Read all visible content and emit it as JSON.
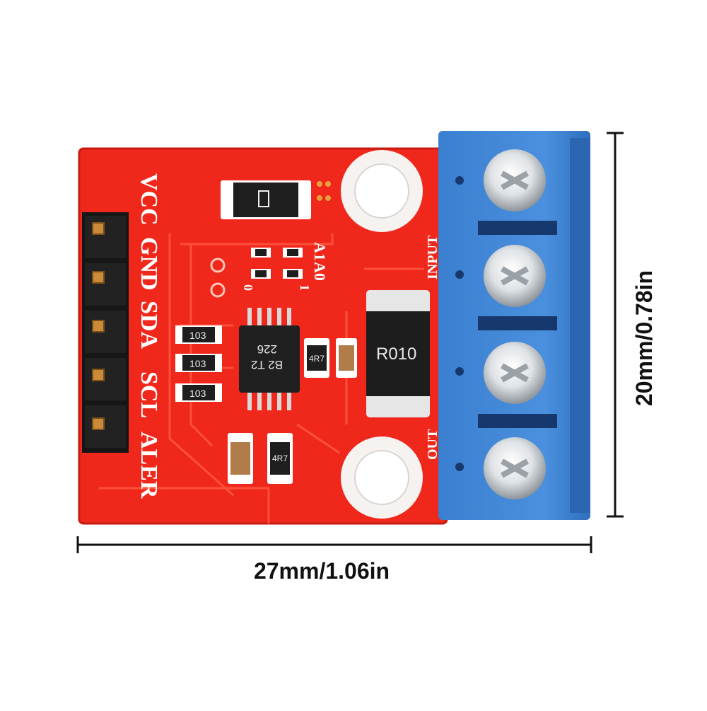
{
  "product_photo": {
    "board": {
      "pin_labels": [
        "VCC",
        "GND",
        "SDA",
        "SCL",
        "ALER"
      ],
      "address_labels": [
        "A1",
        "A0"
      ],
      "jumper_labels": [
        "0",
        "1"
      ],
      "terminal_labels": {
        "input": "INPUT",
        "output": "OUT"
      },
      "shunt_resistor_marking": "R010",
      "chip_marking": [
        "B2 T2",
        "226"
      ],
      "resistor_markings": [
        "103",
        "103",
        "103"
      ],
      "capacitor_markings": [
        "4R7",
        "4R7"
      ],
      "colors": {
        "pcb": "#f0281c",
        "terminal_block": "#3f86d6",
        "silkscreen": "#ffffff"
      }
    },
    "dimensions": {
      "width_label": "27mm/1.06in",
      "height_label": "20mm/0.78in"
    }
  }
}
